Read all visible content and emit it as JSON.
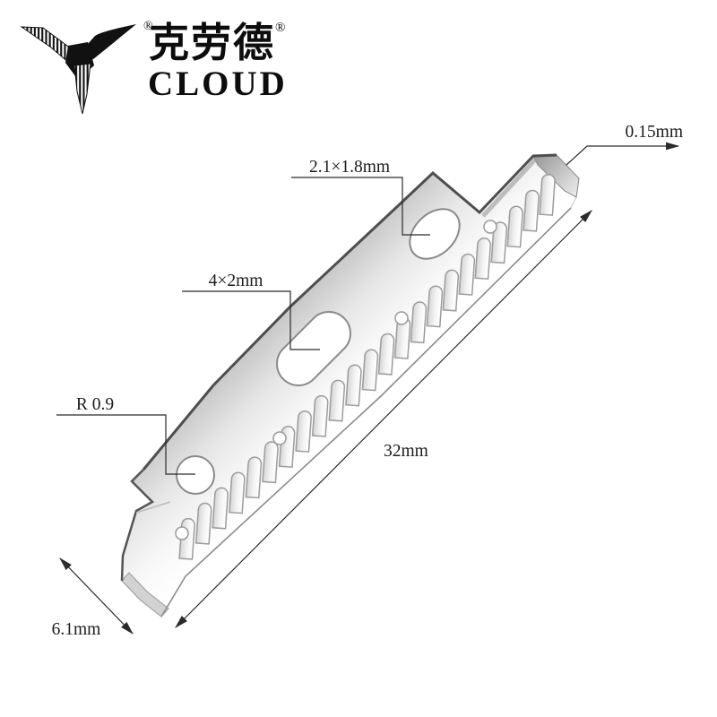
{
  "brand": {
    "name_zh": "克劳德",
    "name_en": "CLOUD",
    "registered_mark": "®"
  },
  "annotations": {
    "thickness": {
      "label": "0.15mm"
    },
    "oval_hole": {
      "label": "2.1×1.8mm"
    },
    "slot_hole": {
      "label": "4×2mm"
    },
    "round_hole": {
      "label": "R 0.9"
    },
    "length": {
      "label": "32mm"
    },
    "width": {
      "label": "6.1mm"
    }
  },
  "blade": {
    "teeth_count": 23,
    "pin_hole_count": 4,
    "hole_count": 3
  },
  "colors": {
    "ink": "#1c1c1c",
    "edge_dark": "#4e4e4e",
    "blade_shade": "#cfcfcf",
    "blade_light": "#ffffff"
  }
}
